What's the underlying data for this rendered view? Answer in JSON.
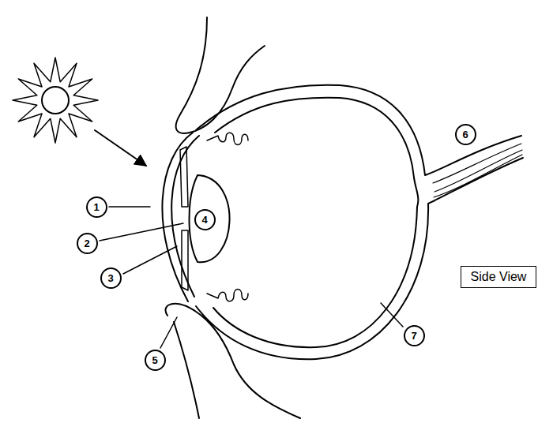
{
  "diagram": {
    "nodes": [
      {
        "text": [
          "1"
        ]
      },
      {
        "text": [
          "2"
        ]
      },
      {
        "text": [
          "3"
        ]
      },
      {
        "text": [
          "4"
        ]
      },
      {
        "text": [
          "5"
        ]
      },
      {
        "text": [
          "6"
        ]
      },
      {
        "text": [
          "7"
        ]
      },
      {
        "text": [
          "Side View"
        ]
      }
    ]
  }
}
